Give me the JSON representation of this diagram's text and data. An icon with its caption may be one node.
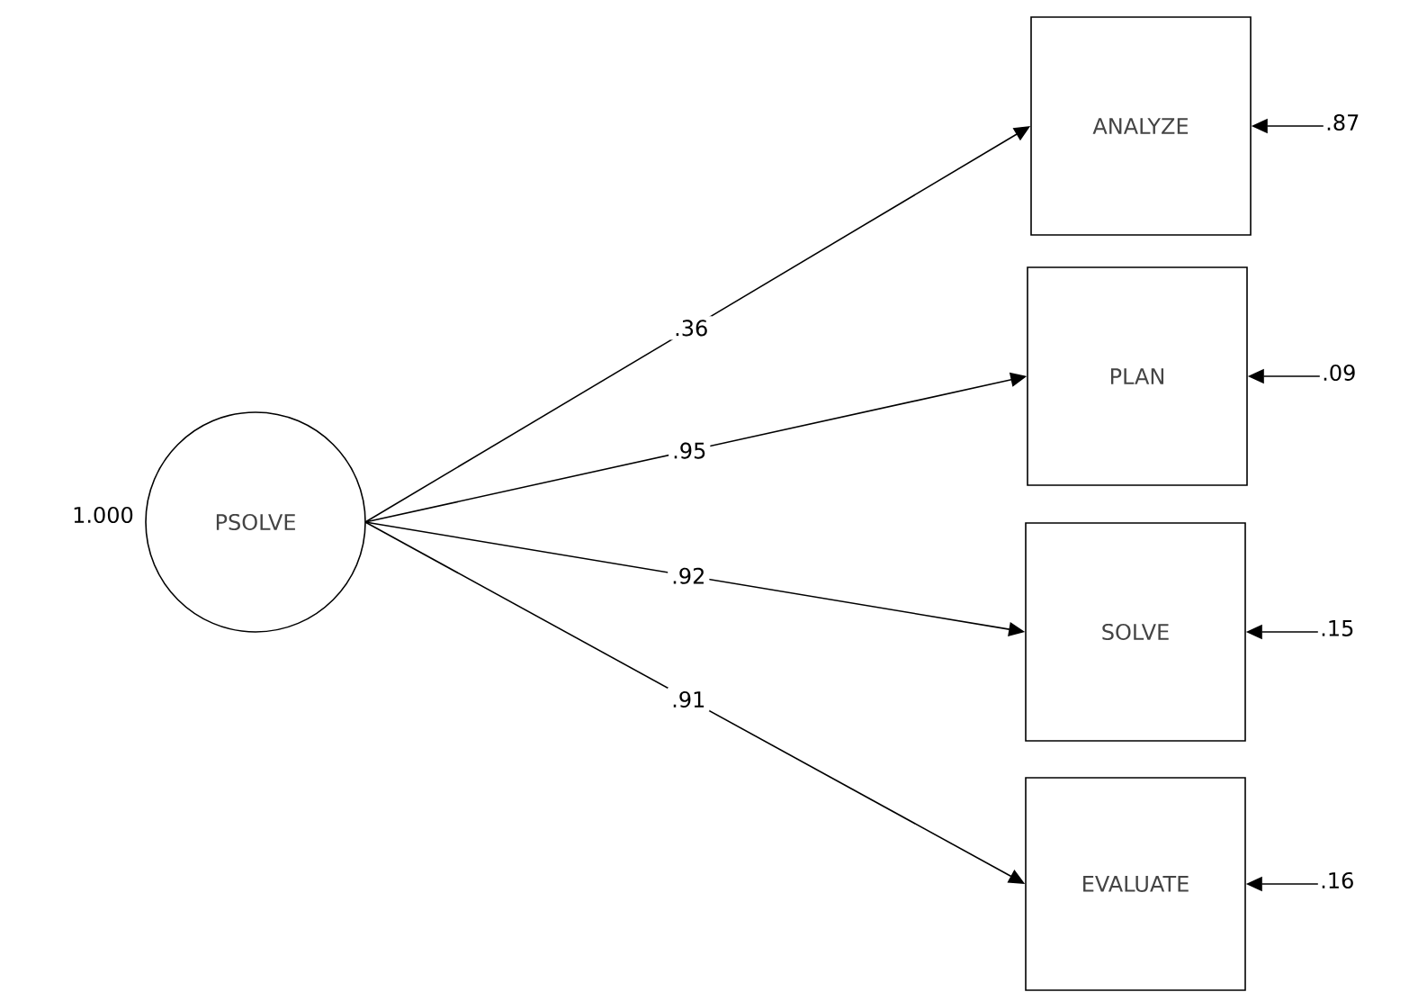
{
  "diagram": {
    "nodes": [
      {
        "text": [
          "PSOLVE"
        ],
        "beside": [
          "1.000"
        ]
      },
      {
        "text": [
          "ANALYZE"
        ]
      },
      {
        "text": [
          "PLAN"
        ]
      },
      {
        "text": [
          "SOLVE"
        ]
      },
      {
        "text": [
          "EVALUATE"
        ]
      }
    ],
    "edges": [
      {
        "from": 0,
        "to": 1,
        "arrow": "to",
        "label": ".36"
      },
      {
        "from": 0,
        "to": 2,
        "arrow": "to",
        "label": ".95"
      },
      {
        "from": 0,
        "to": 3,
        "arrow": "to",
        "label": ".92"
      },
      {
        "from": 0,
        "to": 4,
        "arrow": "to",
        "label": ".91"
      },
      {
        "from": null,
        "to": 1,
        "arrow": "to",
        "label": ".87"
      },
      {
        "from": null,
        "to": 2,
        "arrow": "to",
        "label": ".09"
      },
      {
        "from": null,
        "to": 3,
        "arrow": "to",
        "label": ".15"
      },
      {
        "from": null,
        "to": 4,
        "arrow": "to",
        "label": ".16"
      }
    ]
  }
}
